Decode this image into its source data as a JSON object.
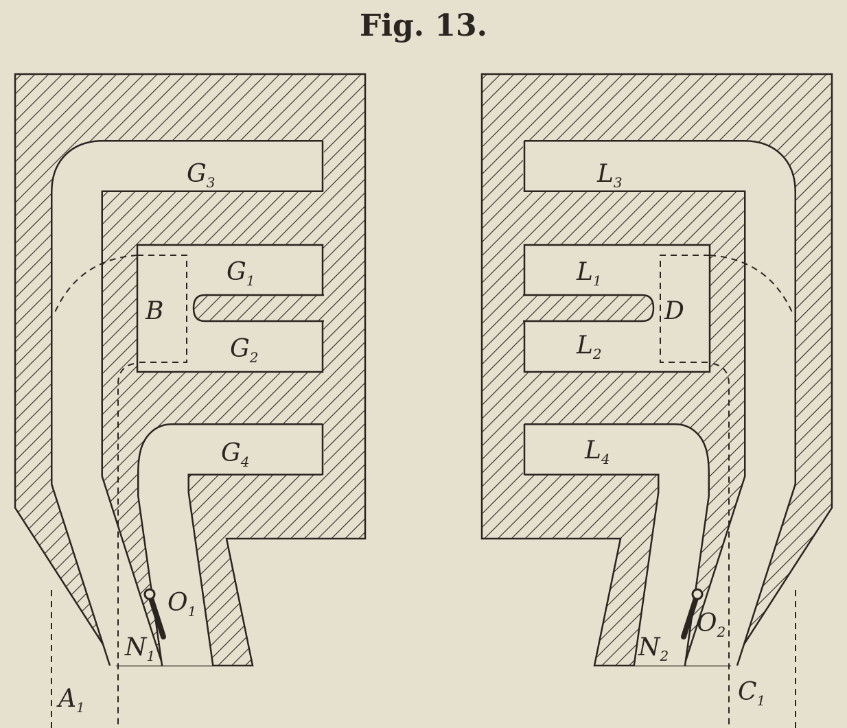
{
  "figure": {
    "title": "Fig. 13."
  },
  "left": {
    "labels": {
      "g3": "G",
      "g3_sub": "3",
      "g1": "G",
      "g1_sub": "1",
      "g2": "G",
      "g2_sub": "2",
      "g4": "G",
      "g4_sub": "4",
      "b": "B",
      "o1": "O",
      "o1_sub": "1",
      "n1": "N",
      "n1_sub": "1",
      "a1": "A",
      "a1_sub": "1"
    }
  },
  "right": {
    "labels": {
      "l3": "L",
      "l3_sub": "3",
      "l1": "L",
      "l1_sub": "1",
      "l2": "L",
      "l2_sub": "2",
      "l4": "L",
      "l4_sub": "4",
      "d": "D",
      "o2": "O",
      "o2_sub": "2",
      "n2": "N",
      "n2_sub": "2",
      "c1": "C",
      "c1_sub": "1"
    }
  },
  "colors": {
    "paper": "#e6e0cf",
    "ink": "#2a2520"
  }
}
